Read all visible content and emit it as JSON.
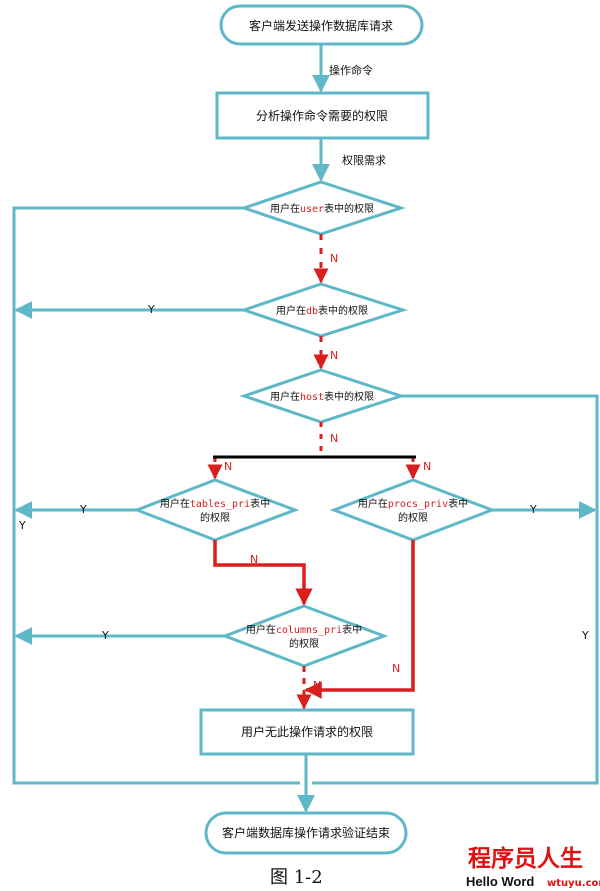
{
  "nodes": {
    "start": "客户端发送操作数据库请求",
    "analyze": "分析操作命令需要的权限",
    "user_prefix": "用户在",
    "user_table": "user",
    "user_suffix": "表中的权限",
    "db_prefix": "用户在",
    "db_table": "db",
    "db_suffix": "表中的权限",
    "host_prefix": "用户在",
    "host_table": "host",
    "host_suffix": "表中的权限",
    "tables_prefix": "用户在",
    "tables_table": "tables_pri",
    "tables_suffix": "表中",
    "tables_line2": "的权限",
    "procs_prefix": "用户在",
    "procs_table": "procs_priv",
    "procs_suffix": "表中",
    "procs_line2": "的权限",
    "columns_prefix": "用户在",
    "columns_table": "columns_pri",
    "columns_suffix": "表中",
    "columns_line2": "的权限",
    "deny": "用户无此操作请求的权限",
    "end": "客户端数据库操作请求验证结束"
  },
  "edges": {
    "op_cmd": "操作命令",
    "perm_req": "权限需求",
    "n": "N",
    "y": "Y"
  },
  "caption": "图 1-2",
  "watermark": {
    "title": "程序员人生",
    "sub": "Hello Word",
    "domain": "wtuyu.com"
  },
  "colors": {
    "stroke": "#5fb8c8",
    "no_path": "#d81e1e",
    "fork": "#000000"
  }
}
